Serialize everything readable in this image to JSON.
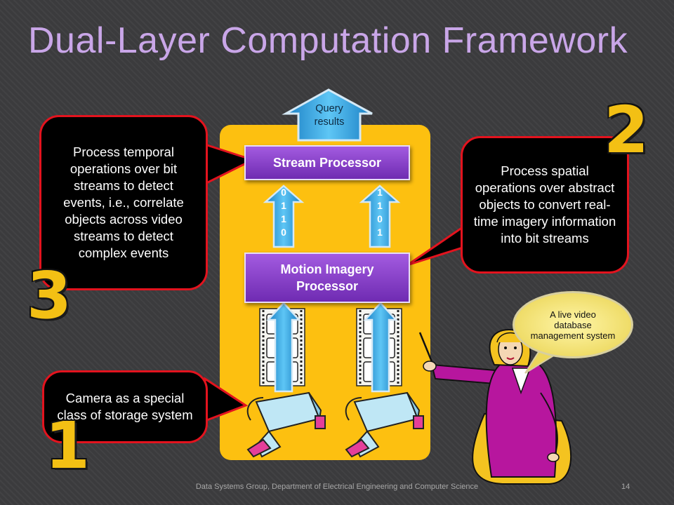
{
  "slide": {
    "title": "Dual-Layer Computation Framework",
    "footer": "Data Systems Group, Department of Electrical Engineering and Computer Science",
    "page_number": "14"
  },
  "diagram": {
    "query_results": [
      "Query",
      "results"
    ],
    "stream_processor": "Stream Processor",
    "motion_processor": [
      "Motion Imagery",
      "Processor"
    ],
    "bitstreams": [
      {
        "bits": [
          "0",
          "1",
          "1",
          "0"
        ]
      },
      {
        "bits": [
          "1",
          "1",
          "0",
          "1"
        ]
      }
    ]
  },
  "callouts": {
    "temporal": "Process temporal operations over bit streams to detect events, i.e., correlate objects across video streams to detect complex events",
    "spatial": "Process spatial operations over abstract objects to convert real-time imagery information into bit streams",
    "camera": "Camera as a special class of storage system"
  },
  "numbers": {
    "one": "1",
    "two": "2",
    "three": "3"
  },
  "speech_bubble": "A live video database management system",
  "colors": {
    "title": "#c9a6e8",
    "panel": "#fdc010",
    "purple": "#8a3fd0",
    "callout_border": "#e3131e",
    "arrow_blue": "#2fa8e6",
    "number_gold": "#f3c014"
  }
}
